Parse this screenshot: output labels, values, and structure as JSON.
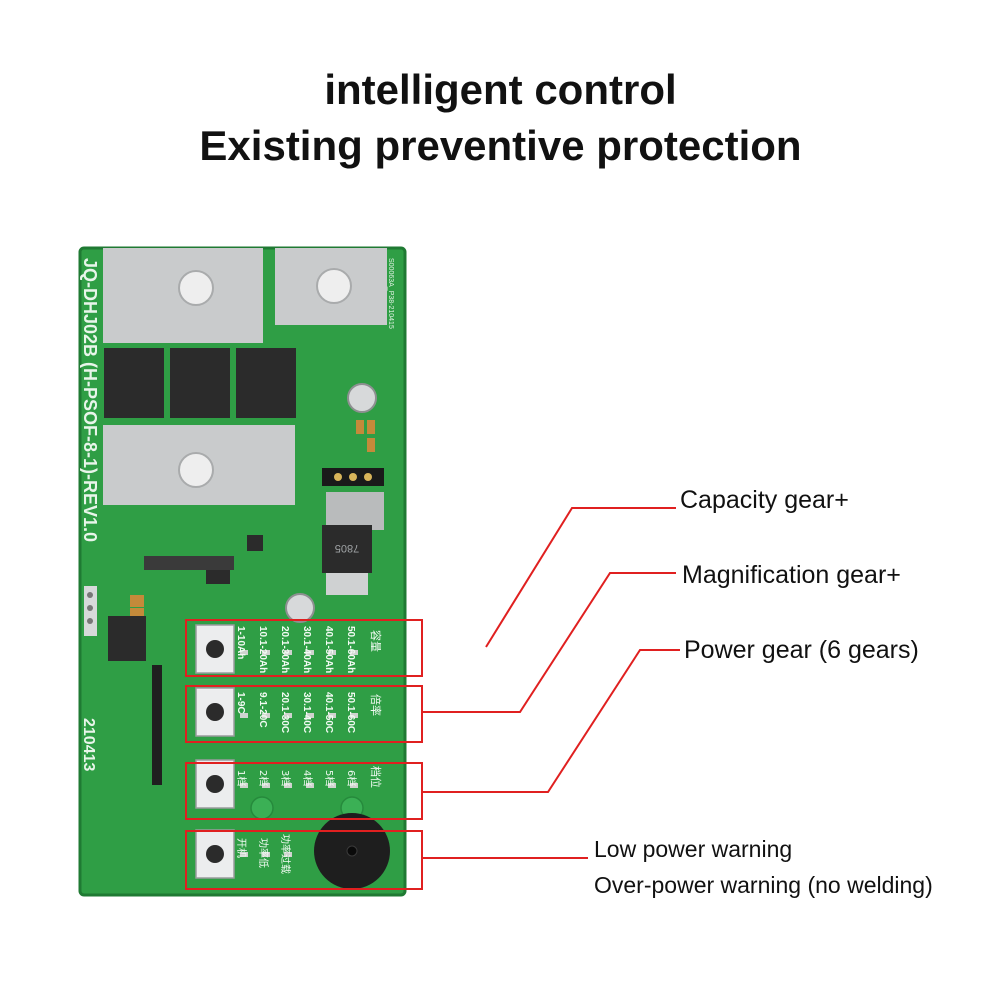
{
  "headline": {
    "line1": "intelligent control",
    "line2": "Existing preventive protection"
  },
  "board": {
    "model_text": "JQ-DHJ02B (H-PSOF-8-1)-REV1.0",
    "date_code": "210413",
    "small_code": "S00063A_P38-210415",
    "chip_marking": "7805",
    "capacity_ranges": [
      "1-10Ah",
      "10.1-20Ah",
      "20.1-30Ah",
      "30.1-40Ah",
      "40.1-50Ah",
      "50.1-60Ah"
    ],
    "magnification_ranges": [
      "1-9C",
      "9.1-20C",
      "20.1-30C",
      "30.1-40C",
      "40.1-50C",
      "50.1-60C"
    ],
    "power_gears": [
      "1档",
      "2档",
      "3档",
      "4档",
      "5档",
      "6档"
    ],
    "row_labels": [
      "容量",
      "倍率",
      "档位"
    ],
    "status_labels": [
      "开机",
      "功率低",
      "功率过载"
    ]
  },
  "callouts": {
    "capacity": "Capacity gear+",
    "magnification": "Magnification gear+",
    "power": "Power gear (6 gears)",
    "warning_line1": "Low power warning",
    "warning_line2": "Over-power warning (no welding)"
  },
  "colors": {
    "pcb_green": "#2f9e45",
    "pcb_dark": "#1f7a33",
    "pad_silver": "#c9cbcc",
    "callout_red": "#e02020"
  }
}
